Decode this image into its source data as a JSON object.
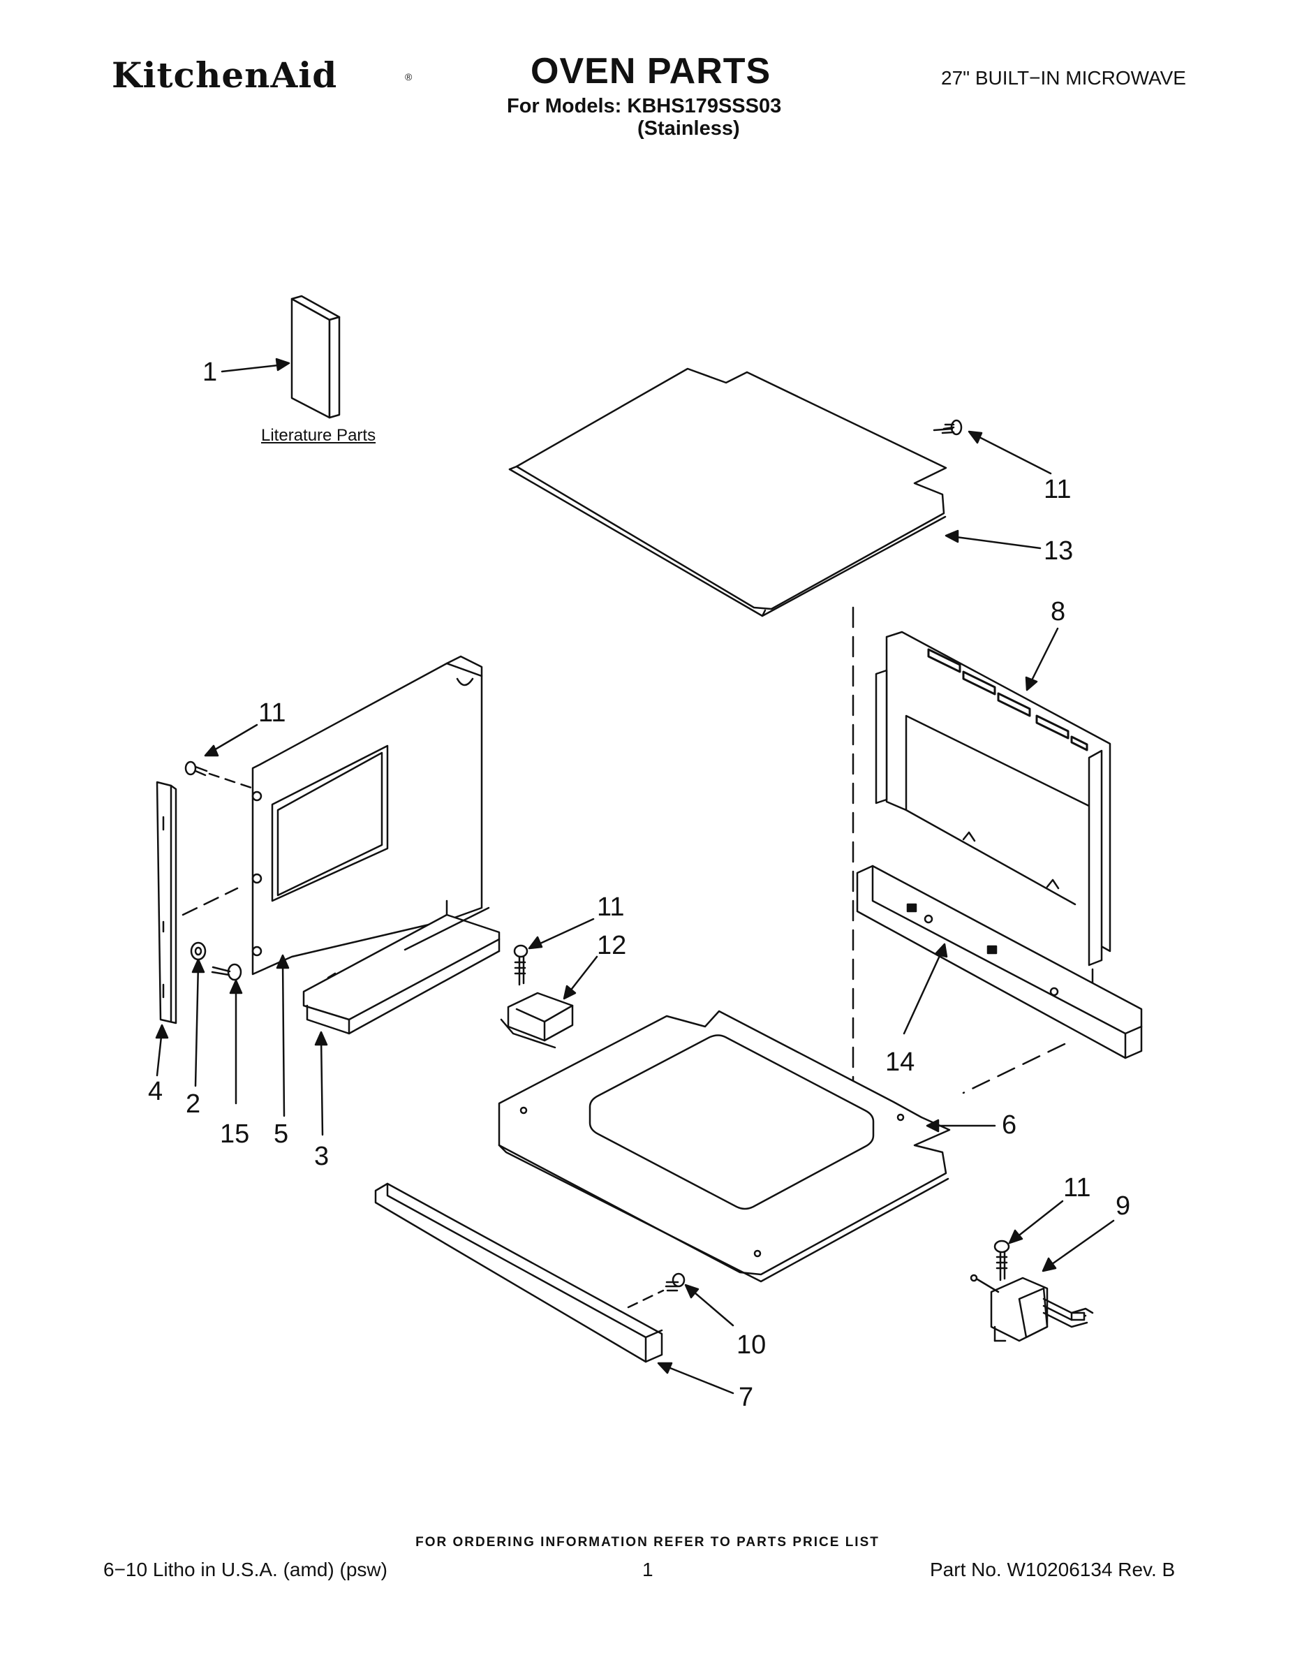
{
  "header": {
    "brand": "KitchenAid",
    "brand_mark": "®",
    "title": "OVEN PARTS",
    "models_line": "For Models: KBHS179SSS03",
    "variant": "(Stainless)",
    "product_type": "27\" BUILT−IN MICROWAVE"
  },
  "diagram": {
    "literature_label": "Literature Parts",
    "callouts": {
      "c1": "1",
      "c2": "2",
      "c3": "3",
      "c4": "4",
      "c5": "5",
      "c6": "6",
      "c7": "7",
      "c8": "8",
      "c9": "9",
      "c10": "10",
      "c11a": "11",
      "c11b": "11",
      "c11c": "11",
      "c11d": "11",
      "c12": "12",
      "c13": "13",
      "c14": "14",
      "c15": "15"
    }
  },
  "footer": {
    "order_note": "FOR ORDERING INFORMATION REFER TO PARTS PRICE LIST",
    "litho": "6−10 Litho in U.S.A. (amd) (psw)",
    "page_number": "1",
    "part_number": "Part No. W10206134 Rev. B"
  }
}
